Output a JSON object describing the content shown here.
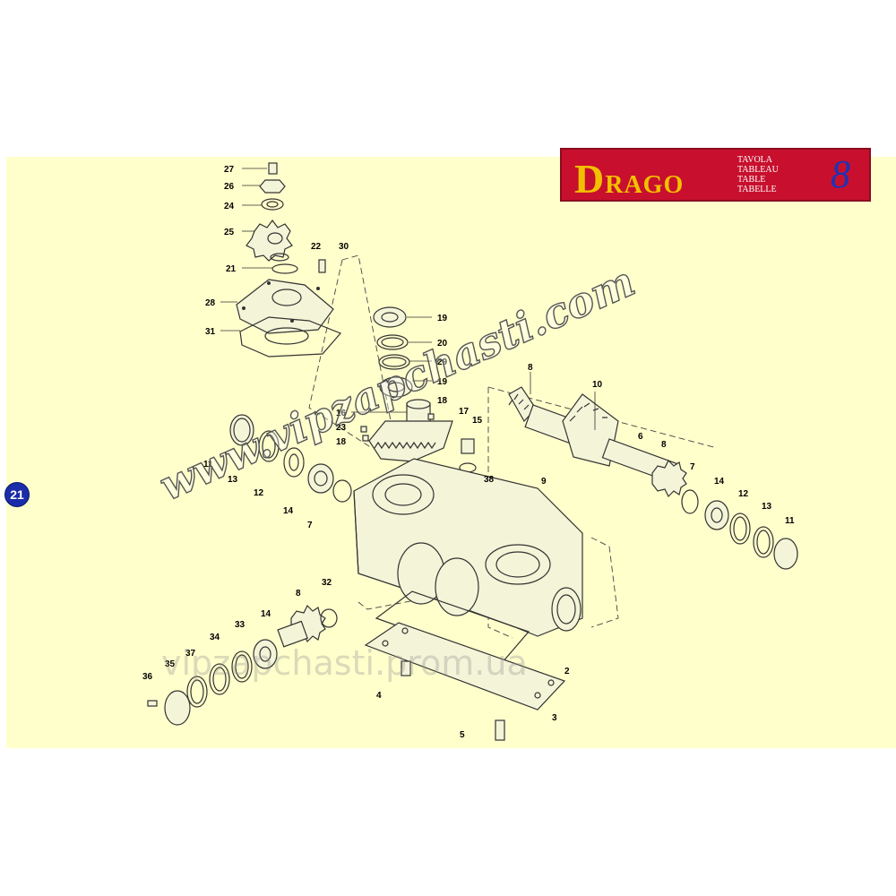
{
  "banner": {
    "brand_d": "D",
    "brand_rest": "RAGO",
    "languages": [
      "TAVOLA",
      "TABLEAU",
      "TABLE",
      "TABELLE"
    ],
    "table_number": "8"
  },
  "page_badge": "21",
  "watermarks": {
    "diagonal": "www.vipzapchasti.com",
    "horizontal": "vipzapchasti.prom.ua"
  },
  "callouts": [
    "27",
    "26",
    "24",
    "25",
    "22",
    "30",
    "21",
    "28",
    "31",
    "19",
    "20",
    "29",
    "19",
    "18",
    "16",
    "23",
    "18",
    "17",
    "15",
    "8",
    "10",
    "6",
    "8",
    "7",
    "14",
    "12",
    "13",
    "11",
    "11",
    "13",
    "12",
    "14",
    "7",
    "38",
    "9",
    "8",
    "32",
    "33",
    "14",
    "34",
    "37",
    "35",
    "36",
    "4",
    "2",
    "3",
    "5"
  ],
  "colors": {
    "sheet": "#ffffcc",
    "banner": "#c8102e",
    "brand_text": "#f2c000",
    "table_number": "#1e33b5",
    "badge": "#1a2ca8"
  }
}
